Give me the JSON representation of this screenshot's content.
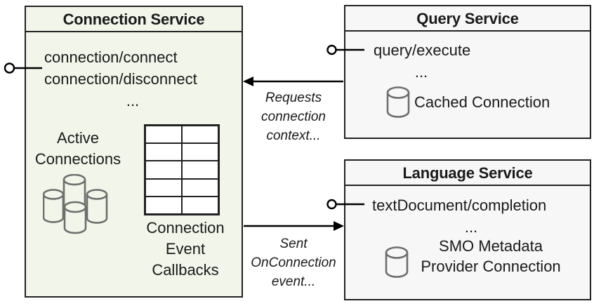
{
  "services": {
    "connection": {
      "title": "Connection Service",
      "methods": [
        "connection/connect",
        "connection/disconnect"
      ],
      "ellipsis": "...",
      "active_connections": [
        "Active",
        "Connections"
      ],
      "event_callbacks": [
        "Connection",
        "Event",
        "Callbacks"
      ]
    },
    "query": {
      "title": "Query Service",
      "methods": [
        "query/execute"
      ],
      "ellipsis": "...",
      "cached_connection": "Cached Connection"
    },
    "language": {
      "title": "Language Service",
      "methods": [
        "textDocument/completion"
      ],
      "ellipsis": "...",
      "smo_connection": [
        "SMO Metadata",
        "Provider Connection"
      ]
    }
  },
  "annotations": {
    "requests_arrow": [
      "Requests",
      "connection",
      "context..."
    ],
    "sent_arrow": [
      "Sent",
      "OnConnection",
      "event..."
    ]
  },
  "icons": {
    "database_cluster": "database-cluster-icon",
    "database": "database-icon",
    "callback_grid": "callback-table-grid",
    "interface_lollipop": "interface-lollipop-icon",
    "arrow_left": "arrow-left-icon",
    "arrow_right": "arrow-right-icon"
  },
  "colors": {
    "connection_fill": "#f1f5ea",
    "service_fill": "#f7f7f8",
    "border": "#222222",
    "icon_stroke": "#6e6e6e",
    "arrow": "#000000",
    "table_cell_fill": "#ffffff"
  }
}
